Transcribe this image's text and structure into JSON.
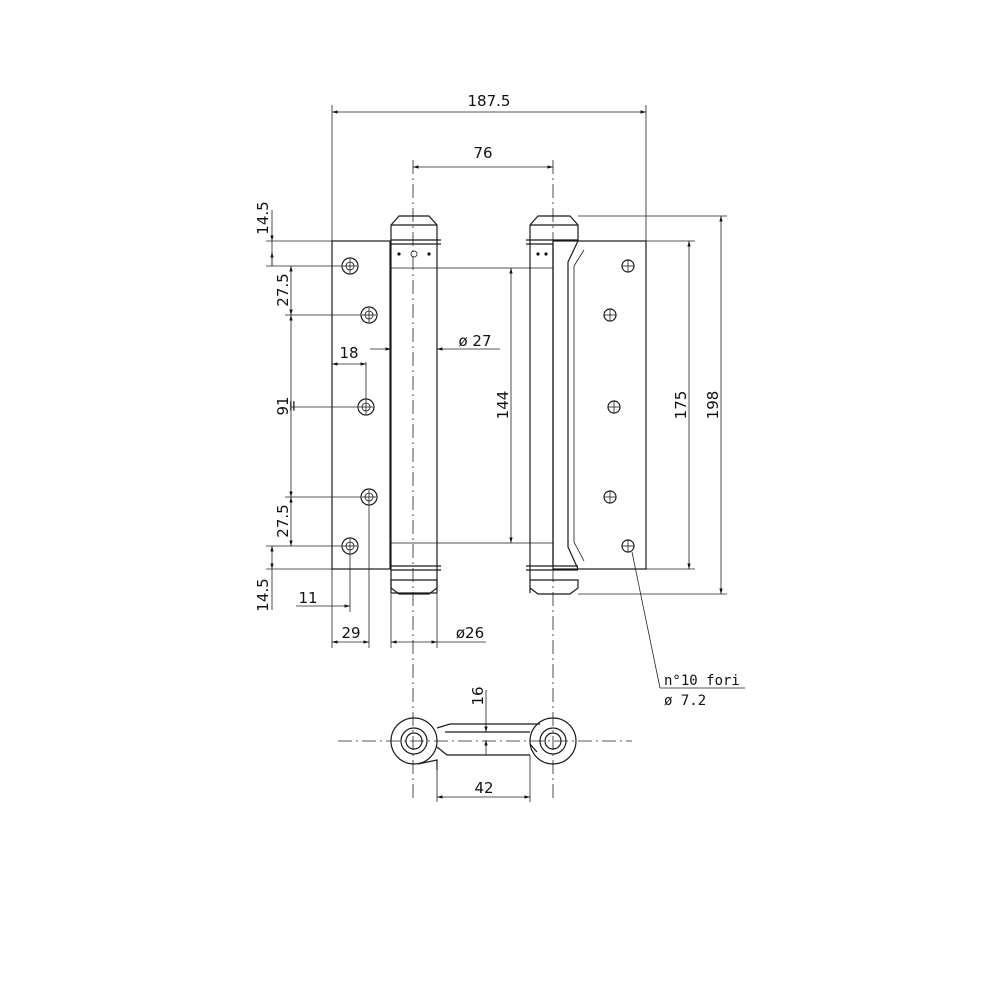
{
  "drawing": {
    "dims": {
      "overall_width": "187.5",
      "barrel_spacing": "76",
      "top_margin": "14.5",
      "hole_spacing_top": "27.5",
      "hole_spacing_mid": "91",
      "hole_spacing_bottom": "27.5",
      "bottom_margin": "14.5",
      "hole_offset_18": "18",
      "barrel_diameter": "ø 27",
      "spring_length": "144",
      "leaf_height": "175",
      "overall_height": "198",
      "hole_offset_11": "11",
      "leaf_width": "29",
      "barrel_diameter_2": "ø26",
      "section_depth": "16",
      "section_width": "42",
      "mid_equal_mark": "="
    },
    "note": {
      "line1": "n°10 fori",
      "line2": "ø 7.2"
    }
  }
}
